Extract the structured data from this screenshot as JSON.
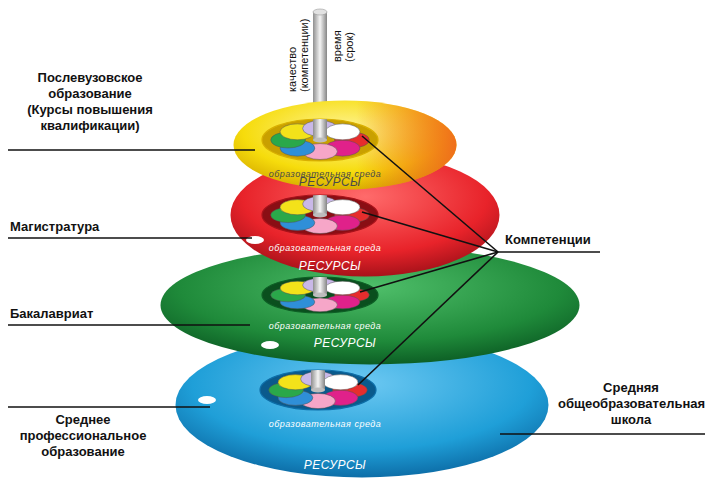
{
  "diagram": {
    "nodes": [
      {
        "text": [
          "образовательная среда",
          "РЕСУРСЫ"
        ]
      },
      {
        "text": [
          "образовательная среда",
          "РЕСУРСЫ"
        ]
      },
      {
        "text": [
          "образовательная среда",
          "РЕСУРСЫ"
        ]
      },
      {
        "text": [
          "образовательная среда",
          "РЕСУРСЫ"
        ]
      }
    ],
    "labels": [
      "качество (компетенции)",
      "время (срок)",
      "Послевузовское образование (Курсы повышения квалификации)",
      "Магистратура",
      "Компетенции",
      "Бакалавриат",
      "Средняя общеобразовательная школа",
      "Среднее профессиональное образование"
    ]
  }
}
